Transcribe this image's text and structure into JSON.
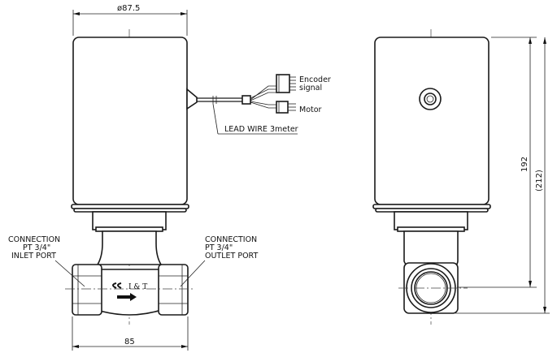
{
  "dimensions": {
    "top_diameter": "ø87.5",
    "bottom_width": "85",
    "height_inner": "192",
    "height_outer": "(212)"
  },
  "labels": {
    "encoder_line1": "Encoder",
    "encoder_line2": "signal",
    "motor": "Motor",
    "lead_wire": "LEAD WIRE 3meter",
    "inlet_line1": "CONNECTION",
    "inlet_line2": "PT 3/4\"",
    "inlet_line3": "INLET PORT",
    "outlet_line1": "CONNECTION",
    "outlet_line2": "PT 3/4\"",
    "outlet_line3": "OUTLET PORT",
    "brand": "I & T"
  }
}
